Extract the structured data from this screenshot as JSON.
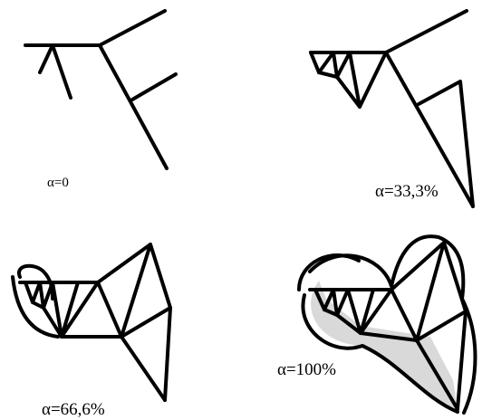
{
  "panels": [
    {
      "id": "alpha-0",
      "label": "α=0"
    },
    {
      "id": "alpha-33",
      "label": "α=33,3%"
    },
    {
      "id": "alpha-66",
      "label": "α=66,6%"
    },
    {
      "id": "alpha-100",
      "label": "α=100%"
    }
  ],
  "colors": {
    "stroke": "#000000",
    "shade": "#d9d9d9",
    "background": "#ffffff"
  }
}
